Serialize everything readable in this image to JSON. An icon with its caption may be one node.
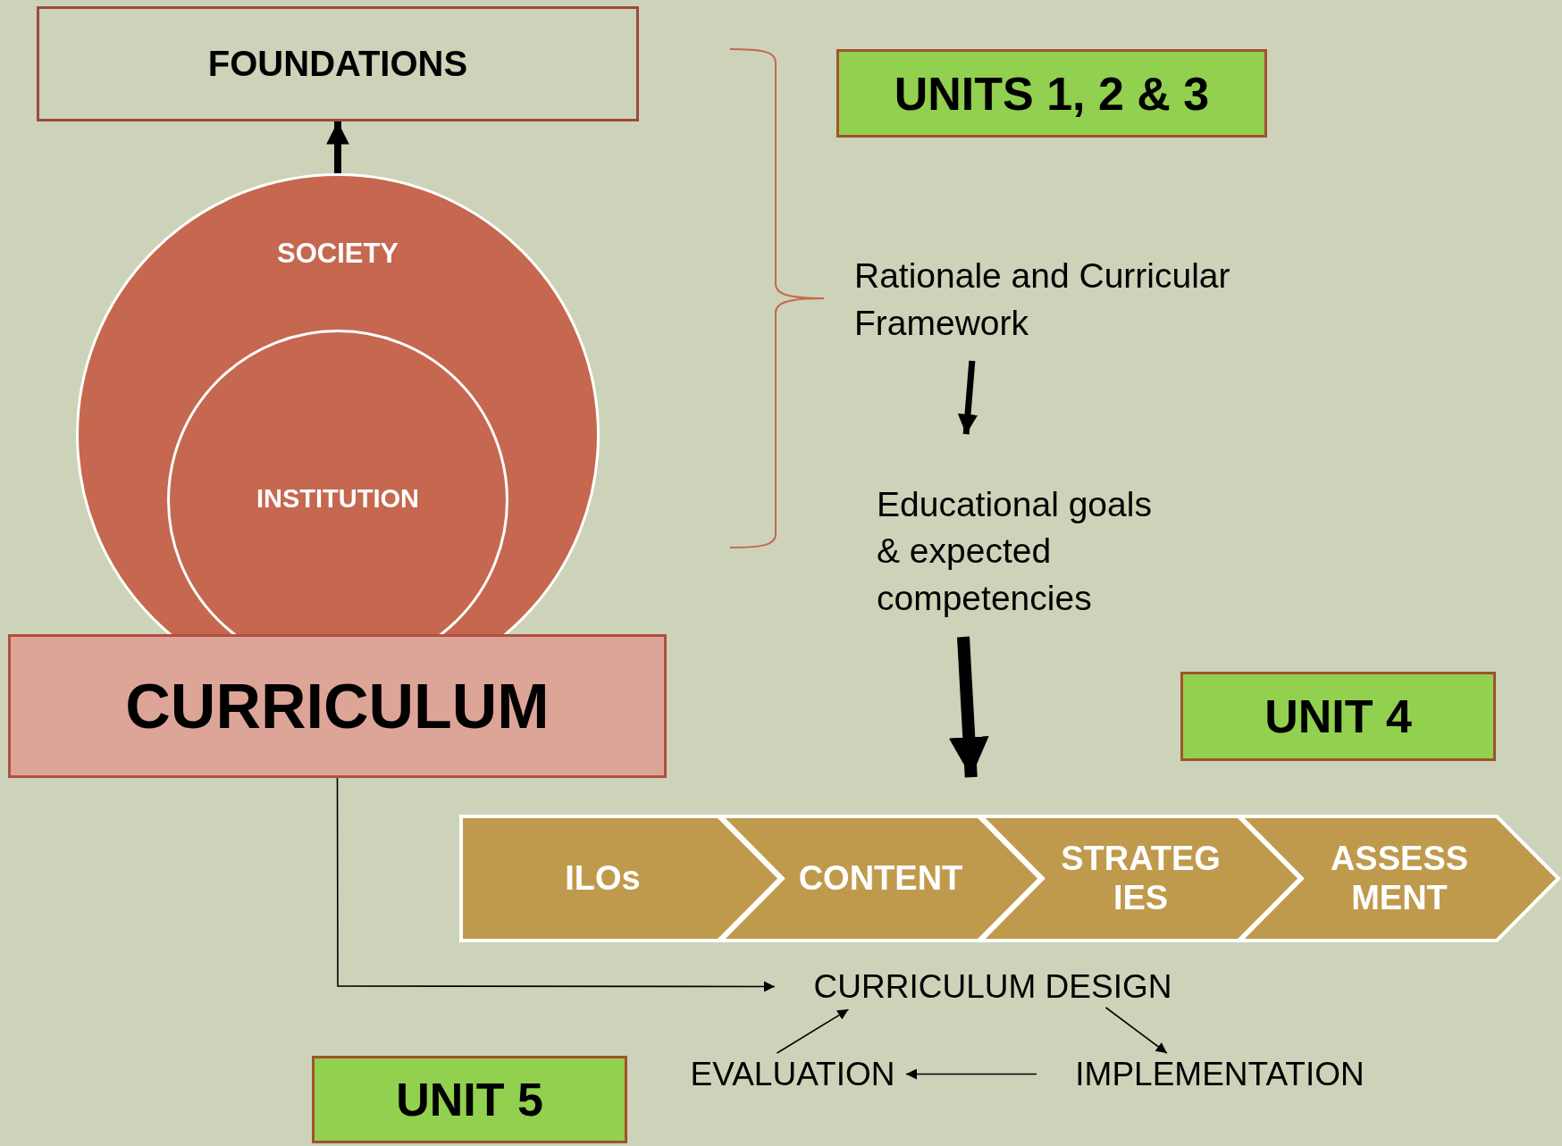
{
  "diagram": {
    "nodes": [
      {
        "text": [
          "FOUNDATIONS"
        ]
      },
      {
        "text": [
          "SOCIETY"
        ]
      },
      {
        "text": [
          "INSTITUTION"
        ],
        "in": 1
      },
      {
        "text": [
          "CURRICULUM"
        ]
      },
      {
        "text": [
          "UNITS 1, 2 & 3"
        ]
      },
      {
        "text": [
          "Rationale and Curricular Framework"
        ]
      },
      {
        "text": [
          "Educational goals & expected competencies"
        ]
      },
      {
        "text": [
          "UNIT 4"
        ]
      },
      {
        "text": [
          "ILOs"
        ]
      },
      {
        "text": [
          "CONTENT"
        ]
      },
      {
        "text": [
          "STRATEG IES"
        ]
      },
      {
        "text": [
          "ASSESS MENT"
        ]
      },
      {
        "text": [
          "CURRICULUM DESIGN"
        ]
      },
      {
        "text": [
          "EVALUATION"
        ]
      },
      {
        "text": [
          "IMPLEMENTATION"
        ]
      },
      {
        "text": [
          "UNIT 5"
        ]
      }
    ],
    "edges": [
      {
        "from": 1,
        "to": 0,
        "arrow": "to",
        "style": "thick"
      },
      {
        "from": 5,
        "to": 6,
        "arrow": "to",
        "style": "thick"
      },
      {
        "from": 6,
        "to": 9,
        "arrow": "to",
        "style": "thick"
      },
      {
        "from": 3,
        "to": 12,
        "arrow": "to"
      },
      {
        "from": 12,
        "to": 14,
        "arrow": "to"
      },
      {
        "from": 14,
        "to": 13,
        "arrow": "to"
      },
      {
        "from": 13,
        "to": 12,
        "arrow": "to"
      }
    ]
  }
}
